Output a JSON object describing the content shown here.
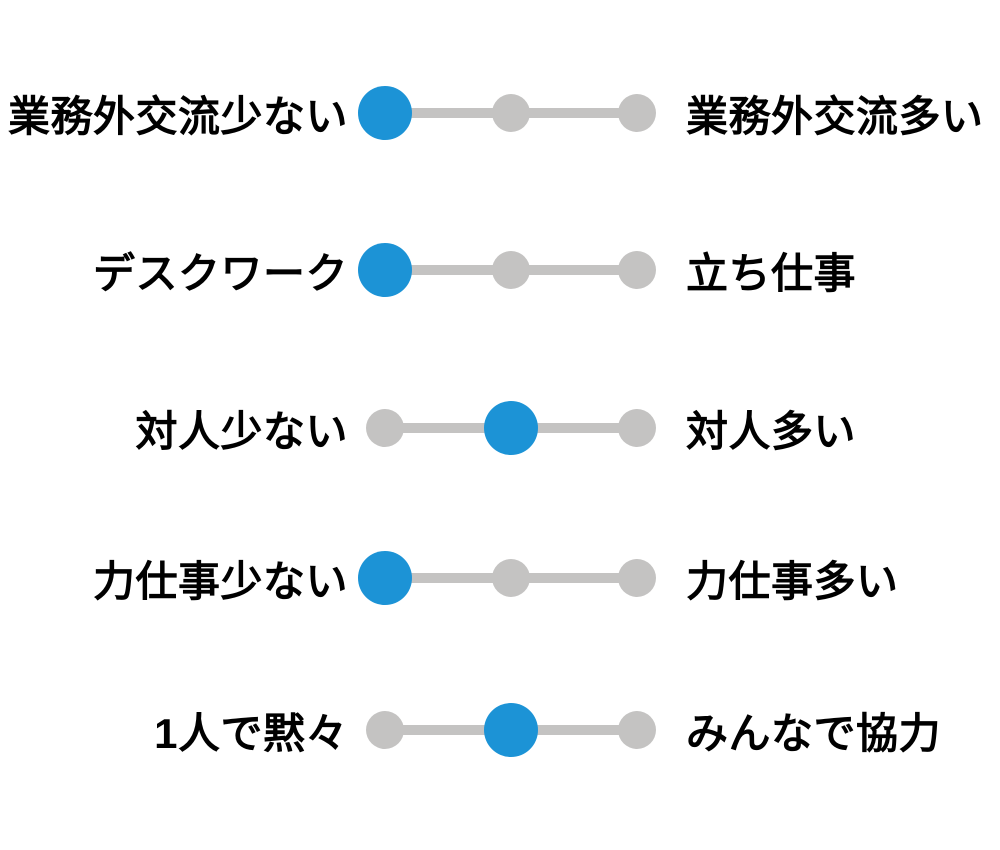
{
  "colors": {
    "selected_dot": "#1c93d6",
    "unselected_dot": "#c4c3c2",
    "label_text": "#000000",
    "background": "#ffffff"
  },
  "scales": [
    {
      "left_label": "業務外交流少ない",
      "right_label": "業務外交流多い",
      "num_points": 3,
      "selected_index": 0
    },
    {
      "left_label": "デスクワーク",
      "right_label": "立ち仕事",
      "num_points": 3,
      "selected_index": 0
    },
    {
      "left_label": "対人少ない",
      "right_label": "対人多い",
      "num_points": 3,
      "selected_index": 1
    },
    {
      "left_label": "力仕事少ない",
      "right_label": "力仕事多い",
      "num_points": 3,
      "selected_index": 0
    },
    {
      "left_label": "1人で黙々",
      "right_label": "みんなで協力",
      "num_points": 3,
      "selected_index": 1
    }
  ],
  "chart_data": {
    "type": "scatter",
    "description": "Semantic-differential job-trait profile: 5 bipolar scales with 3 points each; the filled blue dot marks the selected value (1 = left pole, 3 = right pole).",
    "scale_min": 1,
    "scale_max": 3,
    "rows": [
      {
        "left": "業務外交流少ない",
        "right": "業務外交流多い",
        "value": 1
      },
      {
        "left": "デスクワーク",
        "right": "立ち仕事",
        "value": 1
      },
      {
        "left": "対人少ない",
        "right": "対人多い",
        "value": 2
      },
      {
        "left": "力仕事少ない",
        "right": "力仕事多い",
        "value": 1
      },
      {
        "left": "1人で黙々",
        "right": "みんなで協力",
        "value": 2
      }
    ]
  }
}
